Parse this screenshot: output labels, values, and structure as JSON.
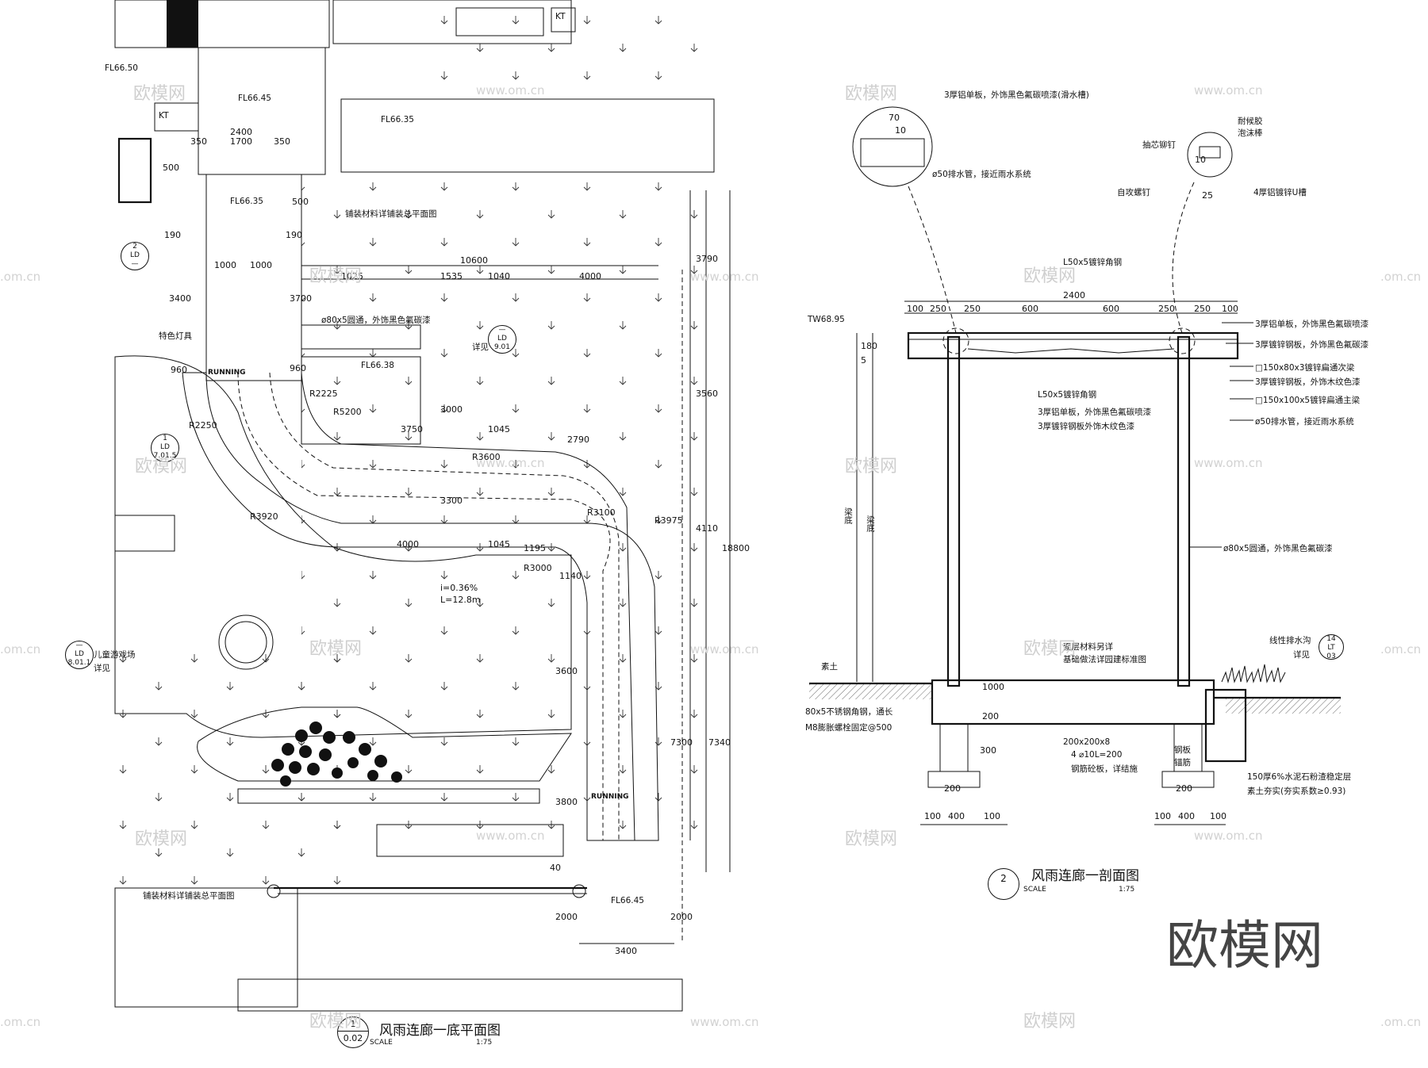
{
  "plan": {
    "elevations": [
      "FL66.50",
      "FL66.45",
      "FL66.35",
      "FL66.35",
      "FL66.38",
      "FL66.45"
    ],
    "dimensions": {
      "top": [
        "2400",
        "1700",
        "350",
        "350",
        "500",
        "500",
        "190",
        "190"
      ],
      "blocks": [
        "1000",
        "1000",
        "3400",
        "3700",
        "960",
        "960"
      ],
      "overall_width": "10600",
      "segments": [
        "1025",
        "1535",
        "1040",
        "4000"
      ],
      "right": [
        "3790",
        "3560",
        "4110",
        "18800",
        "7340",
        "7300"
      ],
      "middle": [
        "3000",
        "3750",
        "1045",
        "2790",
        "1045",
        "1195",
        "1140",
        "3300",
        "4000",
        "3600",
        "3800",
        "2000",
        "2000",
        "3400",
        "40"
      ],
      "radii": [
        "R5200",
        "R3000",
        "R3920",
        "R2250",
        "R2225",
        "R3975",
        "R3600",
        "R3100"
      ],
      "slope": [
        "i=0.36%",
        "L=12.8m"
      ]
    },
    "notes": {
      "paving_top": "铺装材料详铺装总平面图",
      "paving_bottom": "铺装材料详铺装总平面图",
      "pipe": "ø80x5圆通，外饰黑色氟碳漆",
      "lamp": "特色灯具",
      "playground": "儿童游戏场",
      "detail": "详见"
    },
    "running_marks": [
      "RUNNING",
      "RUNNING"
    ],
    "kt_labels": [
      "KT",
      "KT"
    ],
    "refs": [
      {
        "top": "2",
        "mid": "LD",
        "bottom": "—"
      },
      {
        "top": "1",
        "mid": "LD",
        "bottom": "7.01.5"
      },
      {
        "top": "—",
        "mid": "LD",
        "bottom": "8.01.1"
      },
      {
        "top": "—",
        "mid": "LD",
        "bottom": "9.01"
      }
    ],
    "title": {
      "number": "1",
      "sheet": "0.02",
      "name": "风雨连廊一底平面图",
      "scale_label": "SCALE",
      "scale": "1:75"
    }
  },
  "section": {
    "top_dim": "2400",
    "sub_dims": [
      "100",
      "250",
      "250",
      "600",
      "600",
      "250",
      "250",
      "100"
    ],
    "bottom_dims": [
      "100",
      "400",
      "100",
      "100",
      "400",
      "100"
    ],
    "small_dims": [
      "70",
      "10",
      "10",
      "25",
      "180",
      "5",
      "1000",
      "300",
      "200",
      "200",
      "200"
    ],
    "elevation": "TW68.95",
    "height_label": "梁底",
    "height_label2": "梁底",
    "callouts_right": [
      "3厚铝单板，外饰黑色氟碳喷漆",
      "3厚镀锌钢板，外饰黑色氟碳漆",
      "□150x80x3镀锌扁通次梁",
      "3厚镀锌钢板，外饰木纹色漆",
      "□150x100x5镀锌扁通主梁",
      "ø50排水管，接近雨水系统",
      "ø80x5圆通，外饰黑色氟碳漆",
      "线性排水沟",
      "详见",
      "150厚6%水泥石粉渣稳定层",
      "素土夯实(夯实系数≥0.93)"
    ],
    "callouts_left": [
      "素土",
      "80x5不锈钢角钢，通长",
      "M8膨胀螺栓固定@500"
    ],
    "callouts_mid": [
      "L50x5镀锌角钢",
      "L50x5镀锌角钢",
      "3厚铝单板，外饰黑色氟碳喷漆",
      "3厚镀锌钢板外饰木纹色漆",
      "面层材料另详",
      "基础做法详园建标准图",
      "200x200x8",
      "4 ⌀10L=200",
      "钢筋砼板，详结施",
      "钢板",
      "锚筋"
    ],
    "detail_left": [
      "3厚铝单板，外饰黑色氟碳喷漆(滑水槽)",
      "ø50排水管，接近雨水系统"
    ],
    "detail_right": [
      "耐候胶",
      "泡沫棒",
      "抽芯铆钉",
      "自攻螺钉",
      "4厚铝镀锌U槽"
    ],
    "ref_lt": {
      "top": "14",
      "mid": "LT",
      "bottom": "03"
    },
    "title": {
      "number": "2",
      "name": "风雨连廊一剖面图",
      "scale_label": "SCALE",
      "scale": "1:75"
    }
  },
  "watermark": {
    "brand": "欧模网",
    "url": "www.om.cn",
    "cn": ".om.cn"
  }
}
